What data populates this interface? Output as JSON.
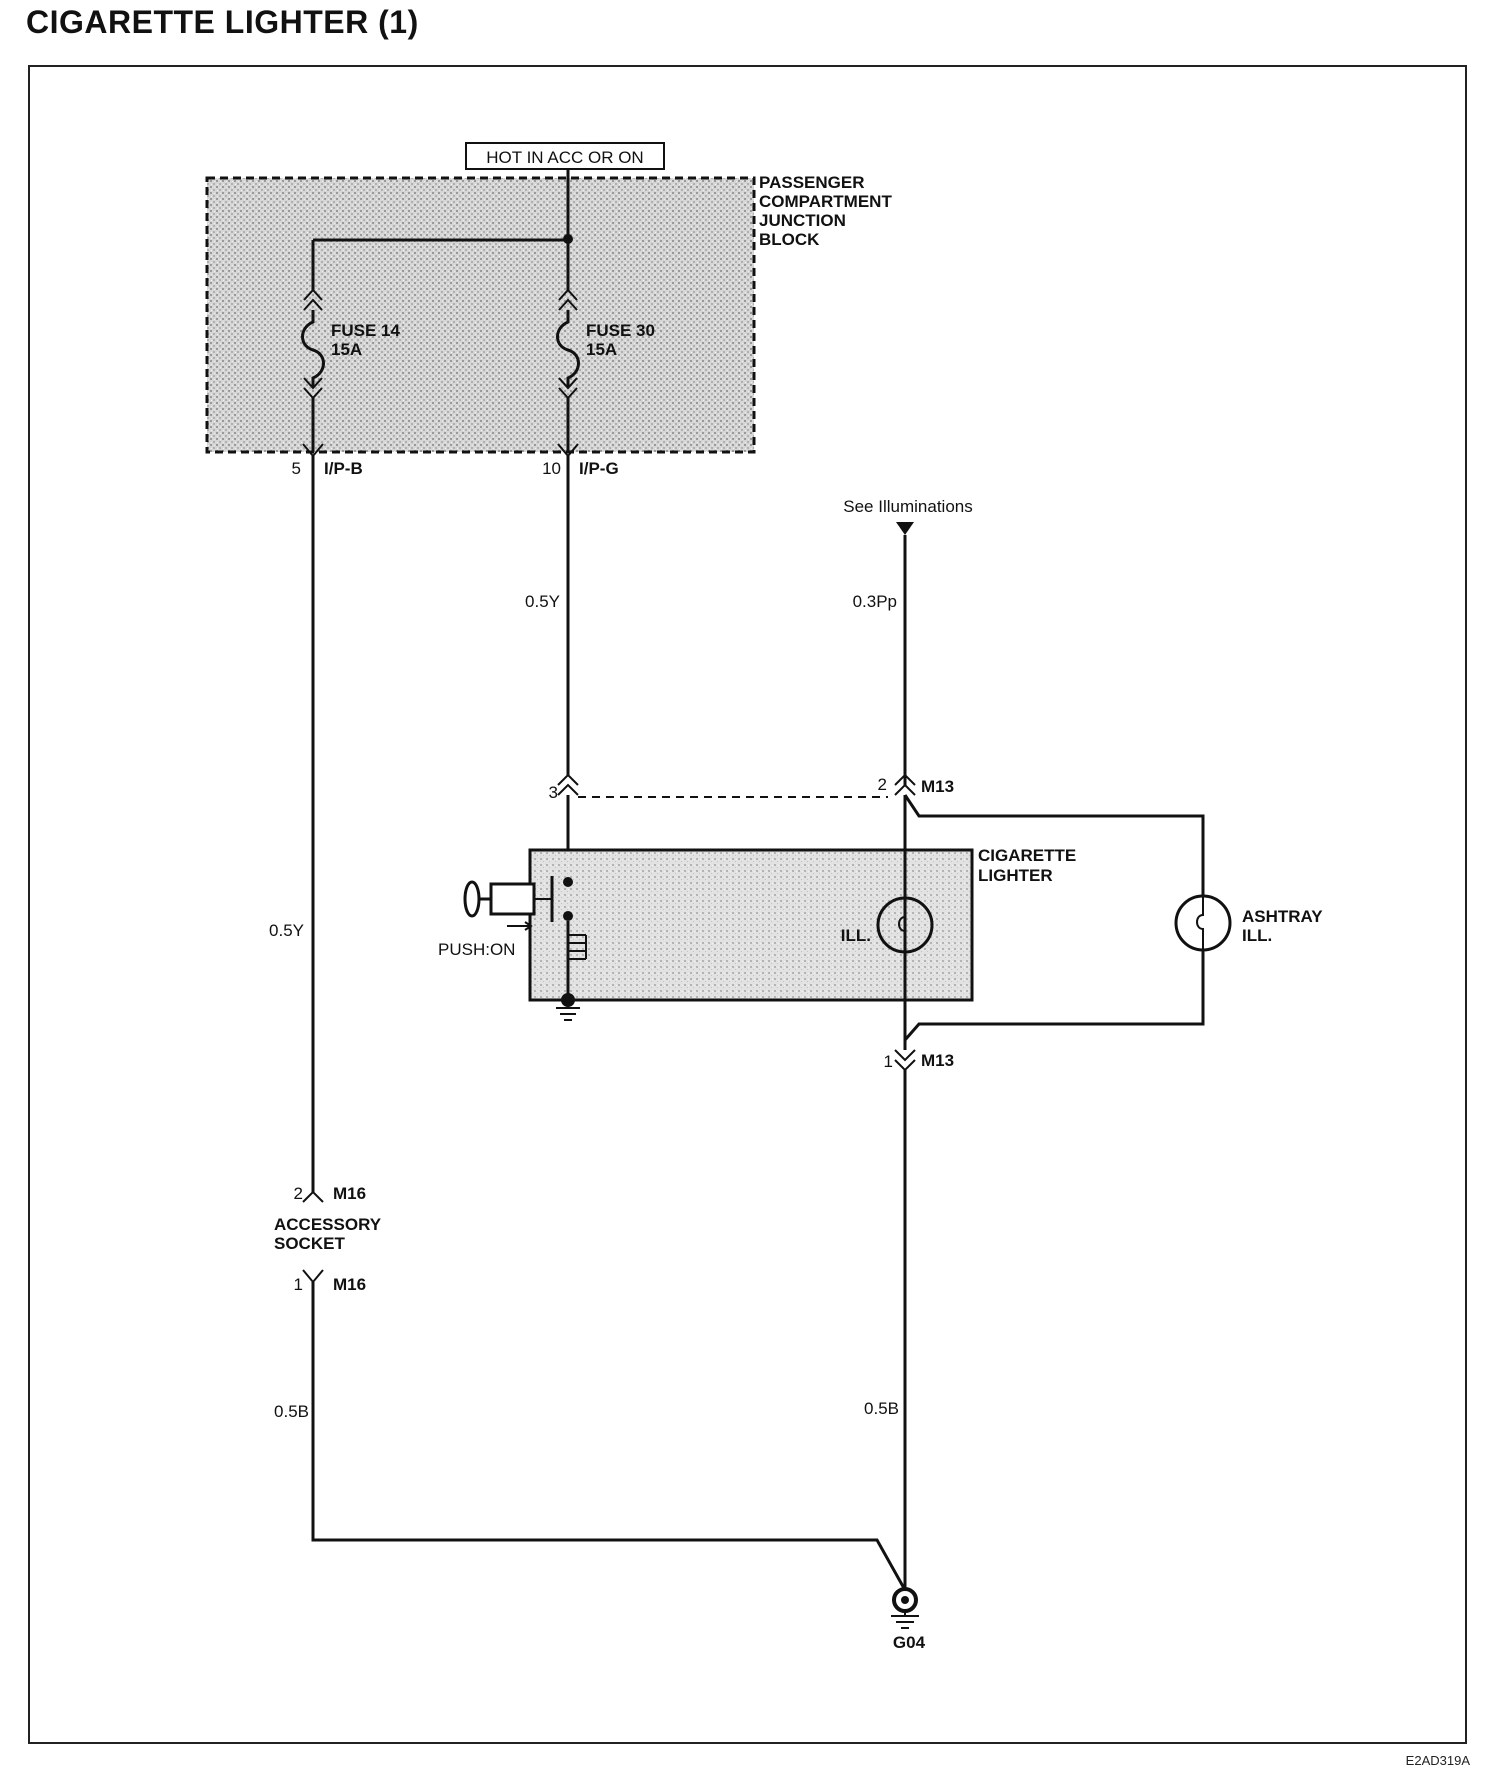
{
  "title": "CIGARETTE LIGHTER (1)",
  "document_code": "E2AD319A",
  "power_source": "HOT IN ACC OR ON",
  "junction_block": {
    "name_lines": [
      "PASSENGER",
      "COMPARTMENT",
      "JUNCTION",
      "BLOCK"
    ],
    "fuses": [
      {
        "name": "FUSE 14",
        "rating": "15A",
        "pin": "5",
        "connector": "I/P-B"
      },
      {
        "name": "FUSE 30",
        "rating": "15A",
        "pin": "10",
        "connector": "I/P-G"
      }
    ]
  },
  "illumination_ref": "See Illuminations",
  "wires": {
    "fuse14_out": "0.5Y",
    "fuse30_out": "0.5Y",
    "illum_feed": "0.3Pp",
    "socket_ground": "0.5B",
    "lighter_ground": "0.5B"
  },
  "connectors": {
    "m13_top_left_pin": "3",
    "m13_top_right_pin": "2",
    "m13_top_id": "M13",
    "m13_bottom_pin": "1",
    "m13_bottom_id": "M13",
    "m16_top_pin": "2",
    "m16_top_id": "M16",
    "m16_bottom_pin": "1",
    "m16_bottom_id": "M16"
  },
  "components": {
    "cigarette_lighter": [
      "CIGARETTE",
      "LIGHTER"
    ],
    "lighter_switch": "PUSH:ON",
    "lighter_lamp": "ILL.",
    "ashtray_lamp": [
      "ASHTRAY",
      "ILL."
    ],
    "accessory_socket": [
      "ACCESSORY",
      "SOCKET"
    ]
  },
  "ground": "G04"
}
